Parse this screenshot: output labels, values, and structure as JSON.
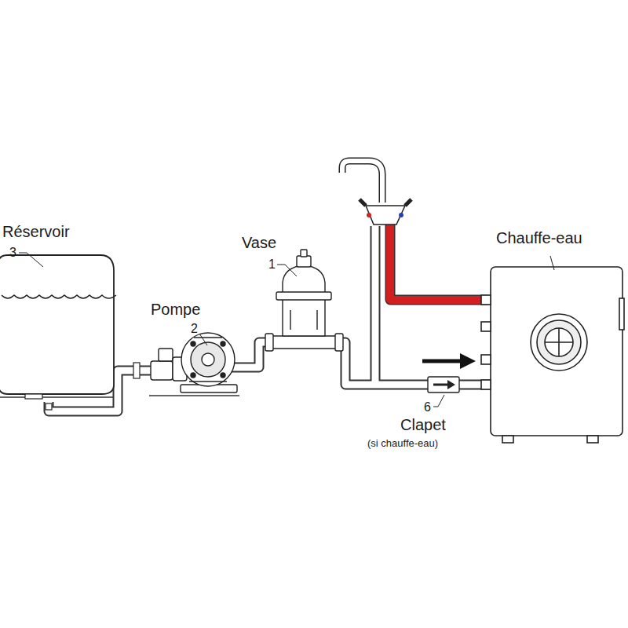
{
  "diagram": {
    "labels": [
      "Réservoir",
      "3",
      "Pompe",
      "2",
      "Vase",
      "1",
      "Chauffe-eau",
      "6",
      "Clapet",
      "(si chauffe-eau)"
    ]
  }
}
